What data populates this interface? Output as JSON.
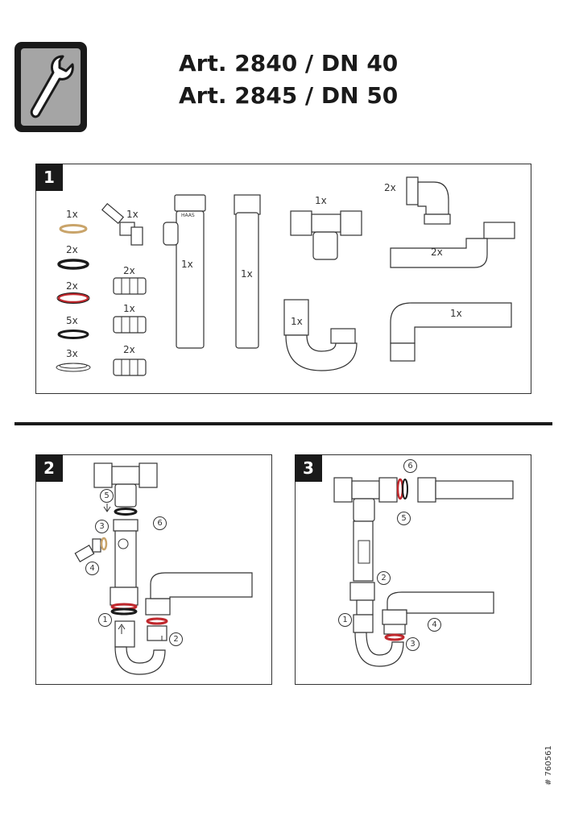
{
  "header": {
    "title_line1": "Art. 2840 / DN 40",
    "title_line2": "Art. 2845 / DN 50"
  },
  "icons": {
    "tool": "wrench-icon"
  },
  "panel1": {
    "step": "1",
    "quantities": {
      "washer_tan": "1x",
      "ring_black_a": "2x",
      "ring_red": "2x",
      "ring_black_b": "5x",
      "washer_flat": "3x",
      "hose_connector": "1x",
      "nut_a": "2x",
      "nut_b": "1x",
      "nut_c": "2x",
      "vertical_pipe_branch": "1x",
      "vertical_pipe": "1x",
      "tee": "1x",
      "elbow_small": "2x",
      "long_bend": "2x",
      "u_trap": "1x",
      "elbow_long": "1x"
    },
    "brand_mark": "HAAS"
  },
  "panel2": {
    "step": "2",
    "callouts": [
      "1",
      "2",
      "3",
      "4",
      "5",
      "6"
    ]
  },
  "panel3": {
    "step": "3",
    "callouts": [
      "1",
      "2",
      "3",
      "4",
      "5",
      "6"
    ]
  },
  "footer": {
    "article_number": "# 760561"
  },
  "colors": {
    "ink": "#1a1a1a",
    "badge_gray": "#a5a5a5",
    "seal_red": "#c0282d",
    "washer_tan": "#c9a46a"
  }
}
